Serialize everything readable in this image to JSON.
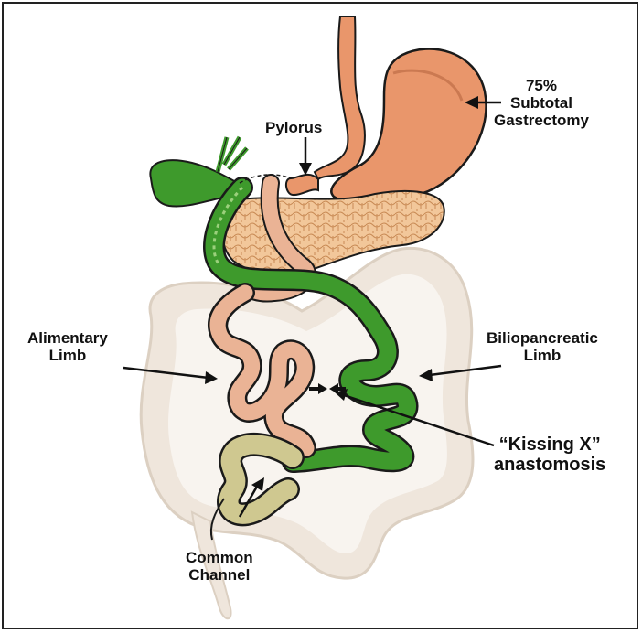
{
  "labels": {
    "pylorus": "Pylorus",
    "gastrectomy": [
      "75%",
      "Subtotal",
      "Gastrectomy"
    ],
    "alimentary": [
      "Alimentary",
      "Limb"
    ],
    "biliopancreatic": [
      "Biliopancreatic",
      "Limb"
    ],
    "kissing": [
      "“Kissing X”",
      "anastomosis"
    ],
    "common": [
      "Common",
      "Channel"
    ]
  },
  "colors": {
    "colon": "#efe6dc",
    "colon_outline": "#dcd0c2",
    "stomach": "#e9966b",
    "stomach_dark": "#b8653f",
    "pancreas": "#f2c79a",
    "pancreas_lines": "#c88a55",
    "alimentary_limb": "#eab395",
    "biliopancreatic_limb": "#3e9a2c",
    "common_channel": "#cfc890",
    "gallbladder": "#3e9a2c",
    "outline": "#1a1a1a"
  }
}
